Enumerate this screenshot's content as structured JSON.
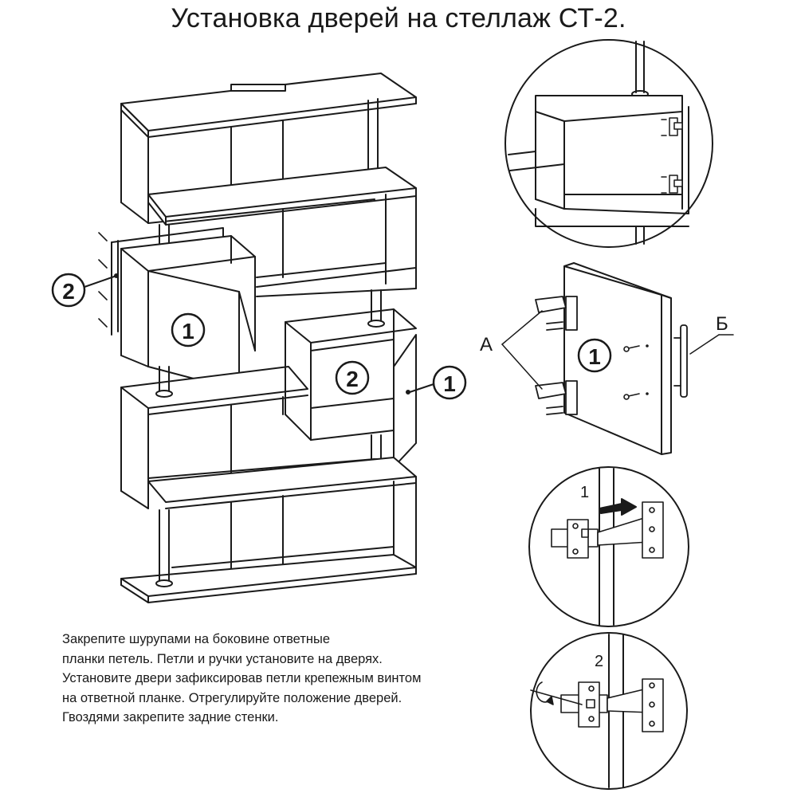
{
  "title": "Установка дверей на стеллаж СТ-2.",
  "markers": {
    "door": "1",
    "back_panel": "2"
  },
  "detail_labels": {
    "hinge_plates": "А",
    "handle": "Б",
    "step_1": "1",
    "step_2": "2"
  },
  "instructions": [
    " Закрепите шурупами на боковине  ответные",
    "планки петель. Петли и ручки установите на дверях.",
    "Установите двери зафиксировав петли крепежным винтом",
    "на ответной планке. Отрегулируйте положение дверей.",
    "Гвоздями закрепите задние стенки."
  ]
}
